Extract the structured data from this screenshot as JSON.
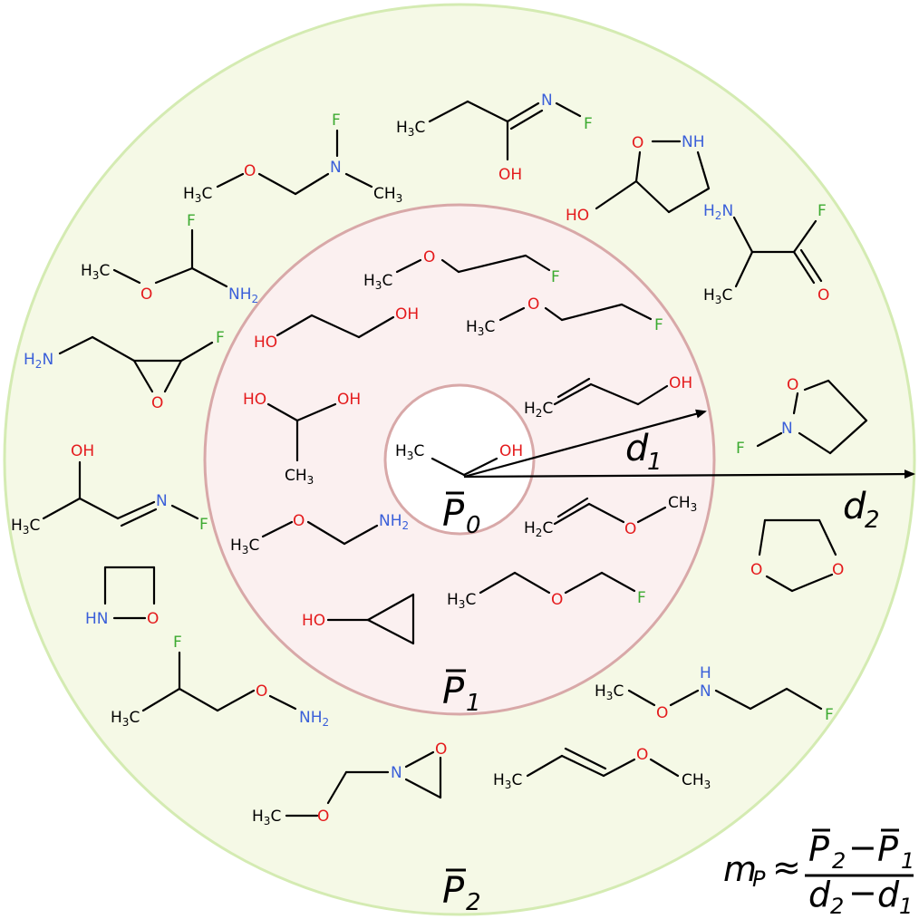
{
  "colors": {
    "outer_ring_fill": "#f5f9e6",
    "outer_ring_stroke": "#d4ebb2",
    "middle_ring_fill": "#fbf0f0",
    "middle_ring_stroke": "#d8a8a8",
    "inner_fill": "#ffffff",
    "inner_stroke": "#d8a8a8",
    "oxygen": "#e41a1c",
    "nitrogen": "#3a5fd9",
    "fluorine": "#3caa30",
    "carbon": "#000000"
  },
  "labels": {
    "p0": "P",
    "p0_sub": "0",
    "p1": "P",
    "p1_sub": "1",
    "p2": "P",
    "p2_sub": "2",
    "d1": "d",
    "d1_sub": "1",
    "d2": "d",
    "d2_sub": "2"
  },
  "formula": {
    "lhs": "m",
    "lhs_sub": "P",
    "approx": "≈",
    "num_a": "P",
    "num_a_sub": "2",
    "minus": "−",
    "num_b": "P",
    "num_b_sub": "1",
    "den_a": "d",
    "den_a_sub": "2",
    "den_b": "d",
    "den_b_sub": "1"
  },
  "atom_labels": {
    "center": [
      "H3C",
      "OH"
    ],
    "mid": [
      "H3C",
      "O",
      "F",
      "HO",
      "OH",
      "H3C",
      "O",
      "F",
      "HO",
      "OH",
      "H2C",
      "OH",
      "CH3",
      "H3C",
      "O",
      "NH2",
      "H2C",
      "O",
      "CH3",
      "H3C",
      "O",
      "F",
      "HO"
    ],
    "outer": [
      "H3C",
      "N",
      "F",
      "OH",
      "O",
      "NH",
      "HO",
      "F",
      "H3C",
      "O",
      "N",
      "CH3",
      "F",
      "H3C",
      "O",
      "NH2",
      "H2N",
      "F",
      "O",
      "H2N",
      "F",
      "O",
      "H3C",
      "O",
      "OH",
      "H3C",
      "N",
      "F",
      "O",
      "N",
      "F",
      "O",
      "O",
      "HN",
      "O",
      "F",
      "H3C",
      "O",
      "NH2",
      "H3C",
      "O",
      "N",
      "F",
      "O",
      "N",
      "H3C",
      "O",
      "H3C",
      "O",
      "CH3"
    ]
  }
}
